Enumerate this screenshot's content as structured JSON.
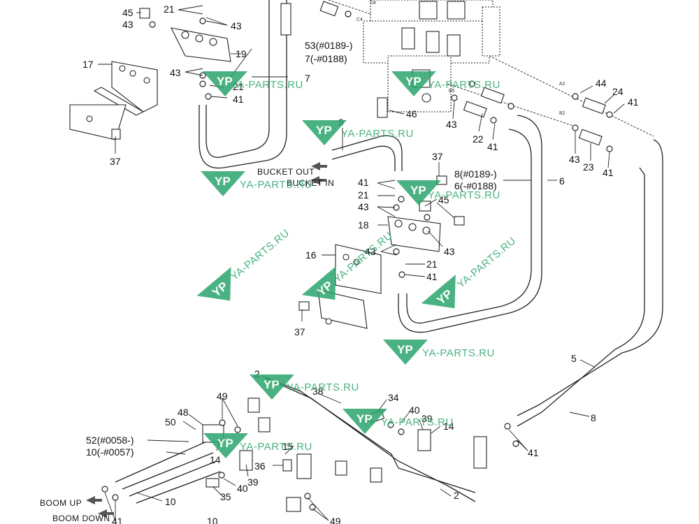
{
  "watermark": {
    "text": "YA-PARTS.RU",
    "logo": "YP",
    "color": "#2aa56c"
  },
  "flow_labels": {
    "bucket_out": "BUCKET OUT",
    "bucket_in": "BUCKET IN",
    "boom_up": "BOOM UP",
    "boom_down": "BOOM DOWN"
  },
  "valve_port_labels": {
    "d4": "D4",
    "c4": "C4",
    "a2": "A2",
    "b2": "B2",
    "b5": "B5"
  },
  "callouts": {
    "c45a": "45",
    "c21a": "21",
    "c43a": "43",
    "c43b": "43",
    "c53": "53(#0189-)",
    "c7a": "7(-#0188)",
    "c19": "19",
    "c17": "17",
    "c43c": "43",
    "c7b": "7",
    "c21b": "21",
    "c41a": "41",
    "c37a": "37",
    "c46": "46",
    "c9": "9",
    "c44": "44",
    "c24": "24",
    "c41b": "41",
    "c43d": "43",
    "c22": "22",
    "c41c": "41",
    "c43e": "43",
    "c23": "23",
    "c41d": "41",
    "c37b": "37",
    "c8": "8(#0189-)",
    "c6a": "6(-#0188)",
    "c6b": "6",
    "c41e": "41",
    "c21c": "21",
    "c43f": "43",
    "c45b": "45",
    "c18": "18",
    "c43g": "43",
    "c43h": "43",
    "c16": "16",
    "c21d": "21",
    "c41f": "41",
    "c37c": "37",
    "c5": "5",
    "c8b": "8",
    "c2a": "2",
    "c38": "38",
    "c34": "34",
    "c49a": "49",
    "c48": "48",
    "c50": "50",
    "c40a": "40",
    "c39a": "39",
    "c14a": "14",
    "c52": "52(#0058-)",
    "c10a": "10(-#0057)",
    "c14b": "14",
    "c15": "15",
    "c36": "36",
    "c39b": "39",
    "c40b": "40",
    "c35": "35",
    "c10b": "10",
    "c41g": "41",
    "c2b": "2",
    "c41h": "41",
    "c49b": "49",
    "c10c": "10"
  }
}
